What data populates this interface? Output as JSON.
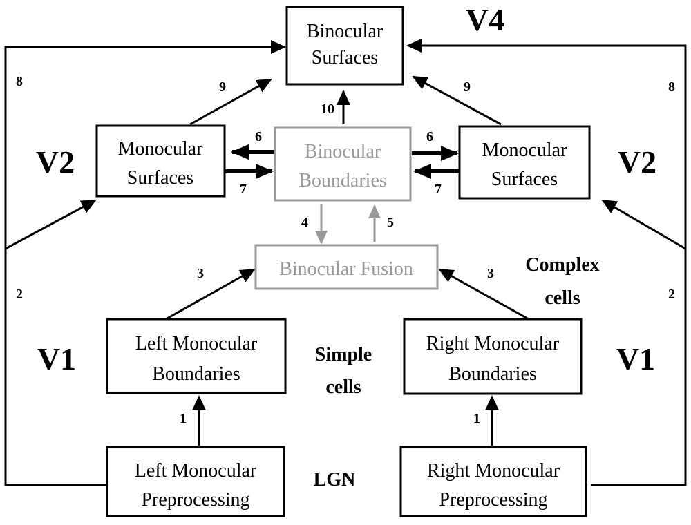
{
  "nodes": {
    "binocular_surfaces": [
      "Binocular",
      "Surfaces"
    ],
    "monocular_surfaces_left": [
      "Monocular",
      "Surfaces"
    ],
    "binocular_boundaries": [
      "Binocular",
      "Boundaries"
    ],
    "monocular_surfaces_right": [
      "Monocular",
      "Surfaces"
    ],
    "binocular_fusion": [
      "Binocular Fusion"
    ],
    "left_monocular_boundaries": [
      "Left Monocular",
      "Boundaries"
    ],
    "right_monocular_boundaries": [
      "Right Monocular",
      "Boundaries"
    ],
    "left_monocular_preprocessing": [
      "Left Monocular",
      "Preprocessing"
    ],
    "right_monocular_preprocessing": [
      "Right Monocular",
      "Preprocessing"
    ]
  },
  "regions": {
    "v4": "V4",
    "v2_left": "V2",
    "v2_right": "V2",
    "v1_left": "V1",
    "v1_right": "V1"
  },
  "cell_labels": {
    "complex": [
      "Complex",
      "cells"
    ],
    "simple": [
      "Simple",
      "cells"
    ],
    "lgn": [
      "LGN"
    ]
  },
  "edge_labels": {
    "e1_left": "1",
    "e1_right": "1",
    "e2_left": "2",
    "e2_right": "2",
    "e3_left": "3",
    "e3_right": "3",
    "e4": "4",
    "e5": "5",
    "e6_left": "6",
    "e6_right": "6",
    "e7_left": "7",
    "e7_right": "7",
    "e8_left": "8",
    "e8_right": "8",
    "e9_left": "9",
    "e9_right": "9",
    "e10": "10"
  },
  "colors": {
    "primary": "#000000",
    "secondary": "#999999",
    "background": "#ffffff"
  }
}
